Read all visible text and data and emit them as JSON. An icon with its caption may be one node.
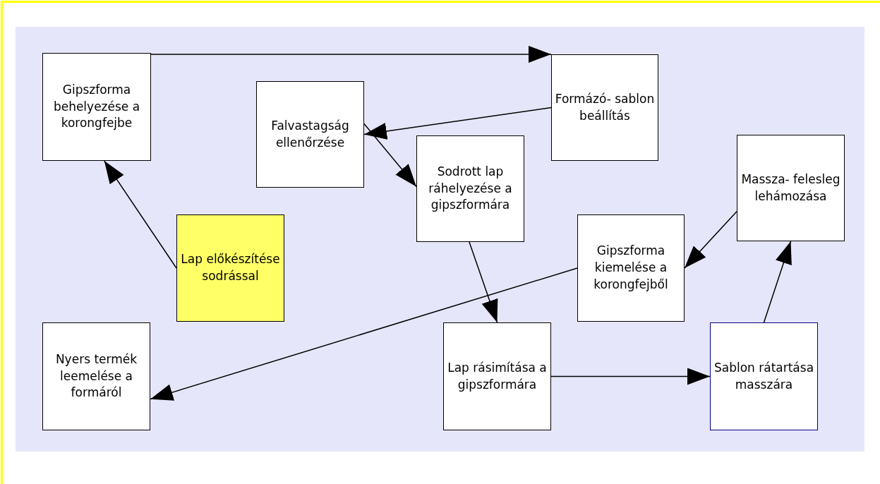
{
  "diagram": {
    "nodes": [
      {
        "text": [
          "Gipszforma behelyezése a korongfejbe"
        ]
      },
      {
        "text": [
          "Formázó- sablon beállítás"
        ]
      },
      {
        "text": [
          "Falvastagság ellenőrzése"
        ]
      },
      {
        "text": [
          "Sodrott lap ráhelyezése a gipszformára"
        ]
      },
      {
        "text": [
          "Massza- felesleg lehámozása"
        ]
      },
      {
        "text": [
          "Lap előkészítése sodrással"
        ]
      },
      {
        "text": [
          "Gipszforma kiemelése a korongfejből"
        ]
      },
      {
        "text": [
          "Nyers termék leemelése a formáról"
        ]
      },
      {
        "text": [
          "Lap rásimítása a gipszformára"
        ]
      },
      {
        "text": [
          "Sablon rátartása masszára"
        ]
      }
    ],
    "edges": [
      {
        "from": 5,
        "to": 0,
        "arrow": "to"
      },
      {
        "from": 0,
        "to": 1,
        "arrow": "to"
      },
      {
        "from": 1,
        "to": 2,
        "arrow": "to"
      },
      {
        "from": 2,
        "to": 3,
        "arrow": "to"
      },
      {
        "from": 3,
        "to": 8,
        "arrow": "to"
      },
      {
        "from": 8,
        "to": 9,
        "arrow": "to"
      },
      {
        "from": 9,
        "to": 4,
        "arrow": "to"
      },
      {
        "from": 4,
        "to": 6,
        "arrow": "to"
      },
      {
        "from": 6,
        "to": 7,
        "arrow": "to"
      }
    ]
  }
}
